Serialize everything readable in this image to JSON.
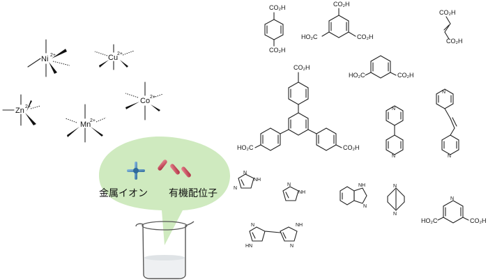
{
  "metals": [
    {
      "symbol": "Ni",
      "charge": "2+"
    },
    {
      "symbol": "Cu",
      "charge": "2+"
    },
    {
      "symbol": "Zn",
      "charge": "2+"
    },
    {
      "symbol": "Co",
      "charge": "2+"
    },
    {
      "symbol": "Mn",
      "charge": "2+"
    }
  ],
  "bubble": {
    "metal_ion_label": "金属イオン",
    "ligand_label": "有機配位子"
  },
  "groups": {
    "co2h": "CO₂H",
    "ho2c": "HO₂C",
    "nh": "NH",
    "n": "N",
    "hn": "HN",
    "h": "H"
  },
  "colors": {
    "bubble": "#cfeabf",
    "metal_ion": "#4a86b8",
    "ligand": "#c24455",
    "beaker_liquid": "#eef0f2"
  }
}
